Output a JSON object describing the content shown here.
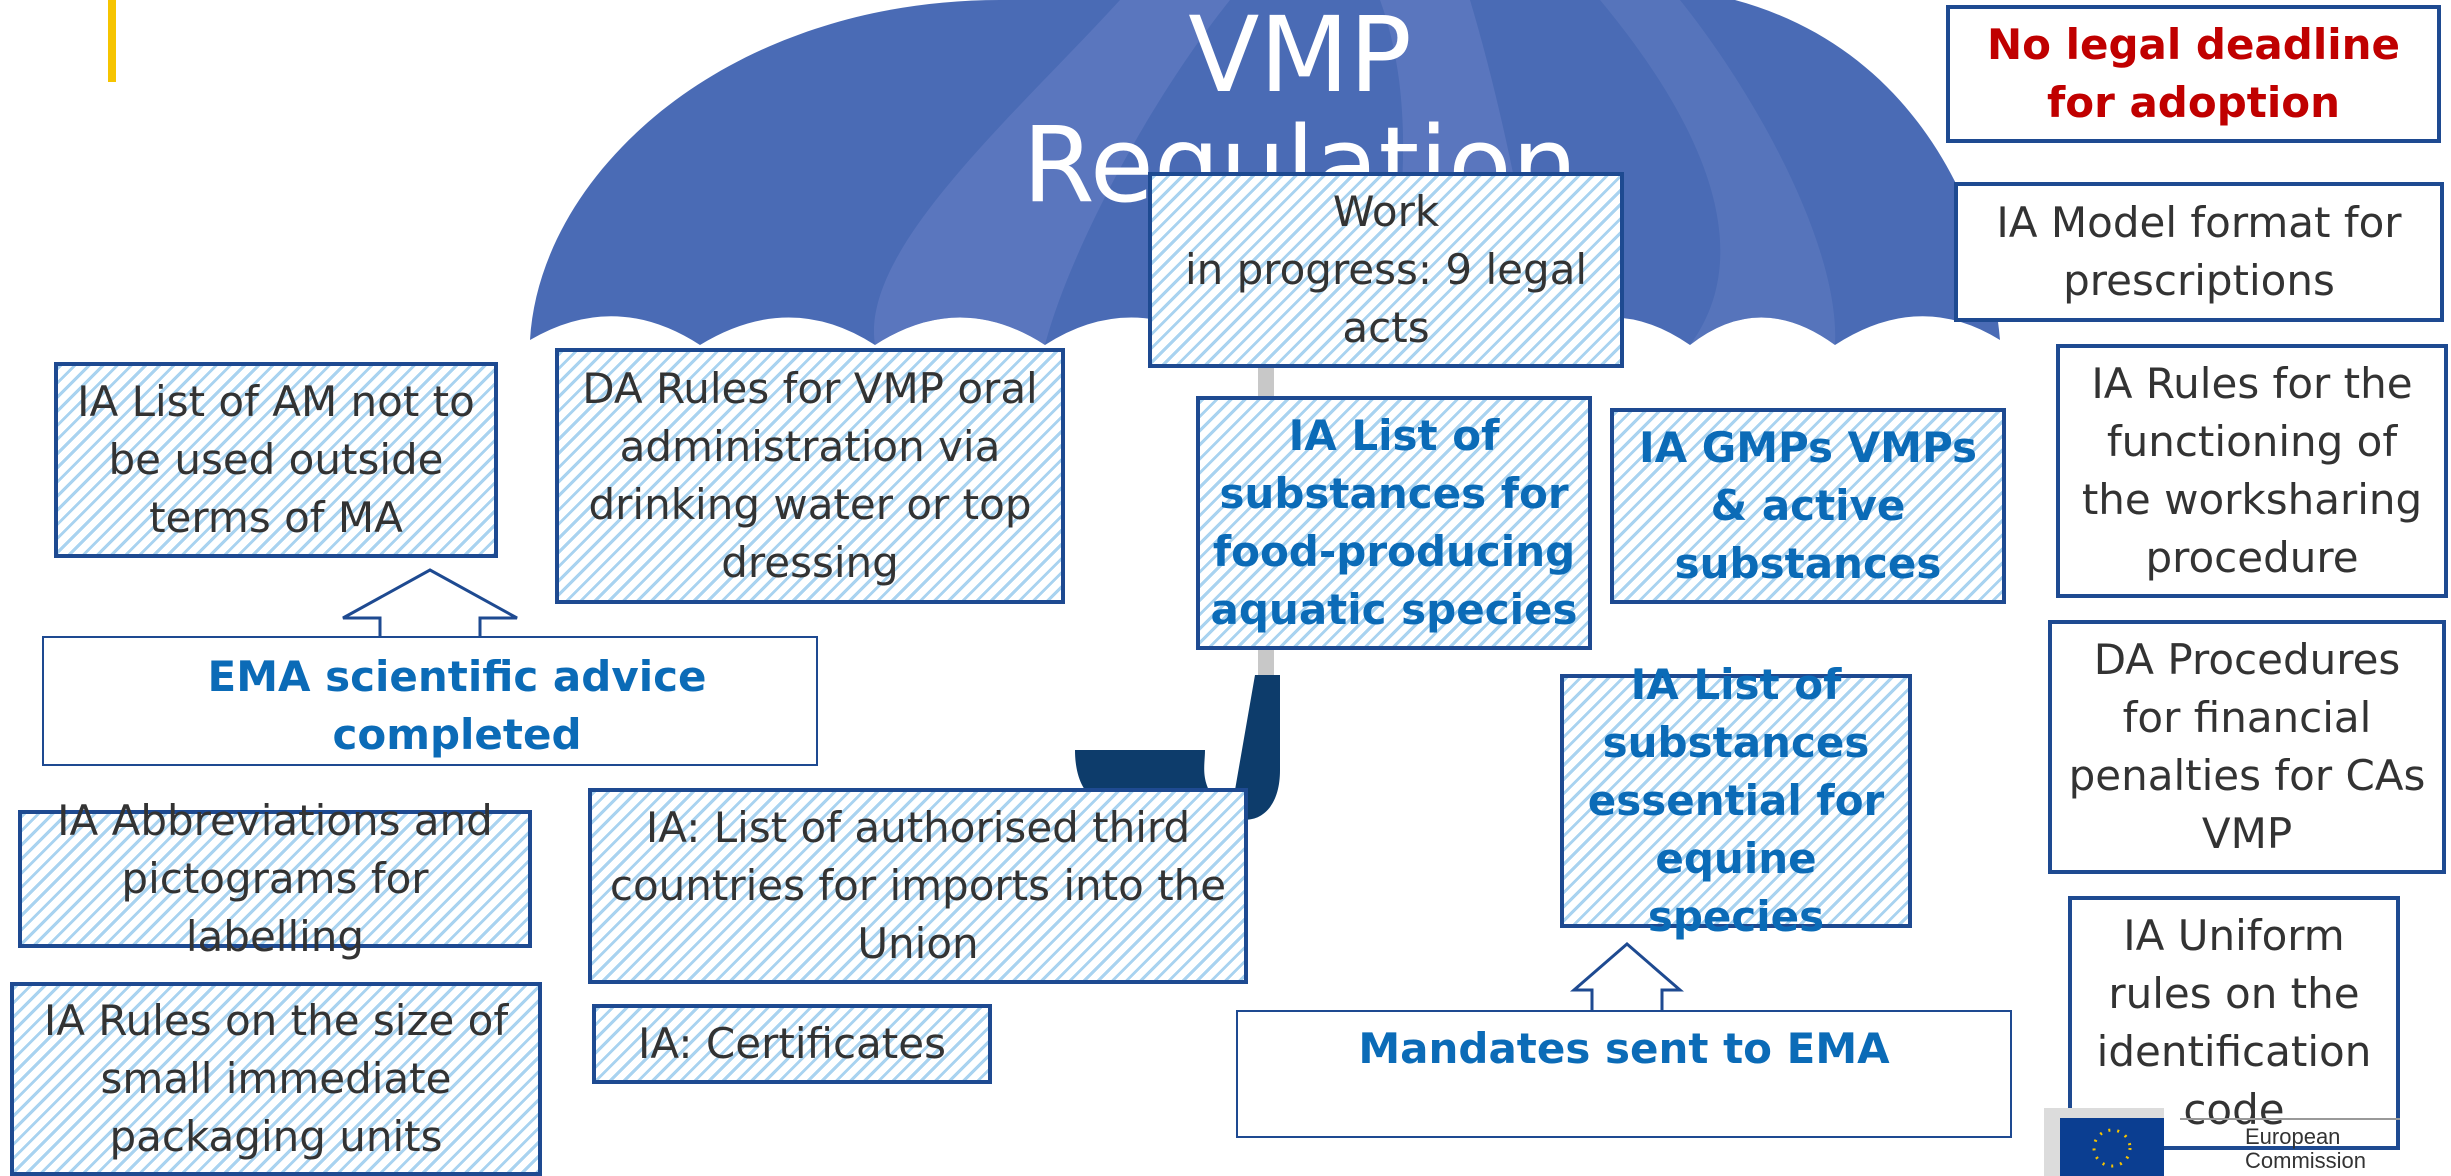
{
  "title": "VMP Regulation",
  "deadline_note": "No legal deadline for adoption",
  "work_in_progress": "Work\nin progress: 9 legal acts",
  "boxes_left": {
    "ia_am_list": "IA List of AM not to be used outside terms of MA",
    "ia_abbreviations": "IA Abbreviations and pictograms for labelling",
    "ia_size_packaging": "IA Rules on the size of small immediate packaging units"
  },
  "boxes_center": {
    "da_oral_admin": "DA Rules for VMP oral administration via drinking water or top dressing",
    "ia_third_countries": "IA: List of authorised third countries for imports into the Union",
    "ia_certificates": "IA: Certificates"
  },
  "boxes_ema": {
    "ia_aquatic": "IA List of substances for food-producing aquatic species",
    "ia_gmps": "IA GMPs VMPs & active substances",
    "ia_equine": "IA List of substances essential for equine species"
  },
  "boxes_right": {
    "ia_prescriptions": "IA Model format for prescriptions",
    "ia_worksharing": "IA Rules for the functioning of the worksharing procedure",
    "da_penalties": "DA Procedures for financial penalties for CAs VMP",
    "ia_identification": "IA Uniform rules on the identification code"
  },
  "callouts": {
    "ema_advice": "EMA scientific advice completed",
    "mandates": "Mandates sent to EMA"
  },
  "logo": {
    "line1": "European",
    "line2": "Commission"
  },
  "colors": {
    "umbrella": "#4a6bb5",
    "box_border": "#1e4a91",
    "accent_blue": "#0b6bb7",
    "accent_red": "#c00000",
    "hatch": "#a9d3f0",
    "yellow": "#f6c400"
  }
}
